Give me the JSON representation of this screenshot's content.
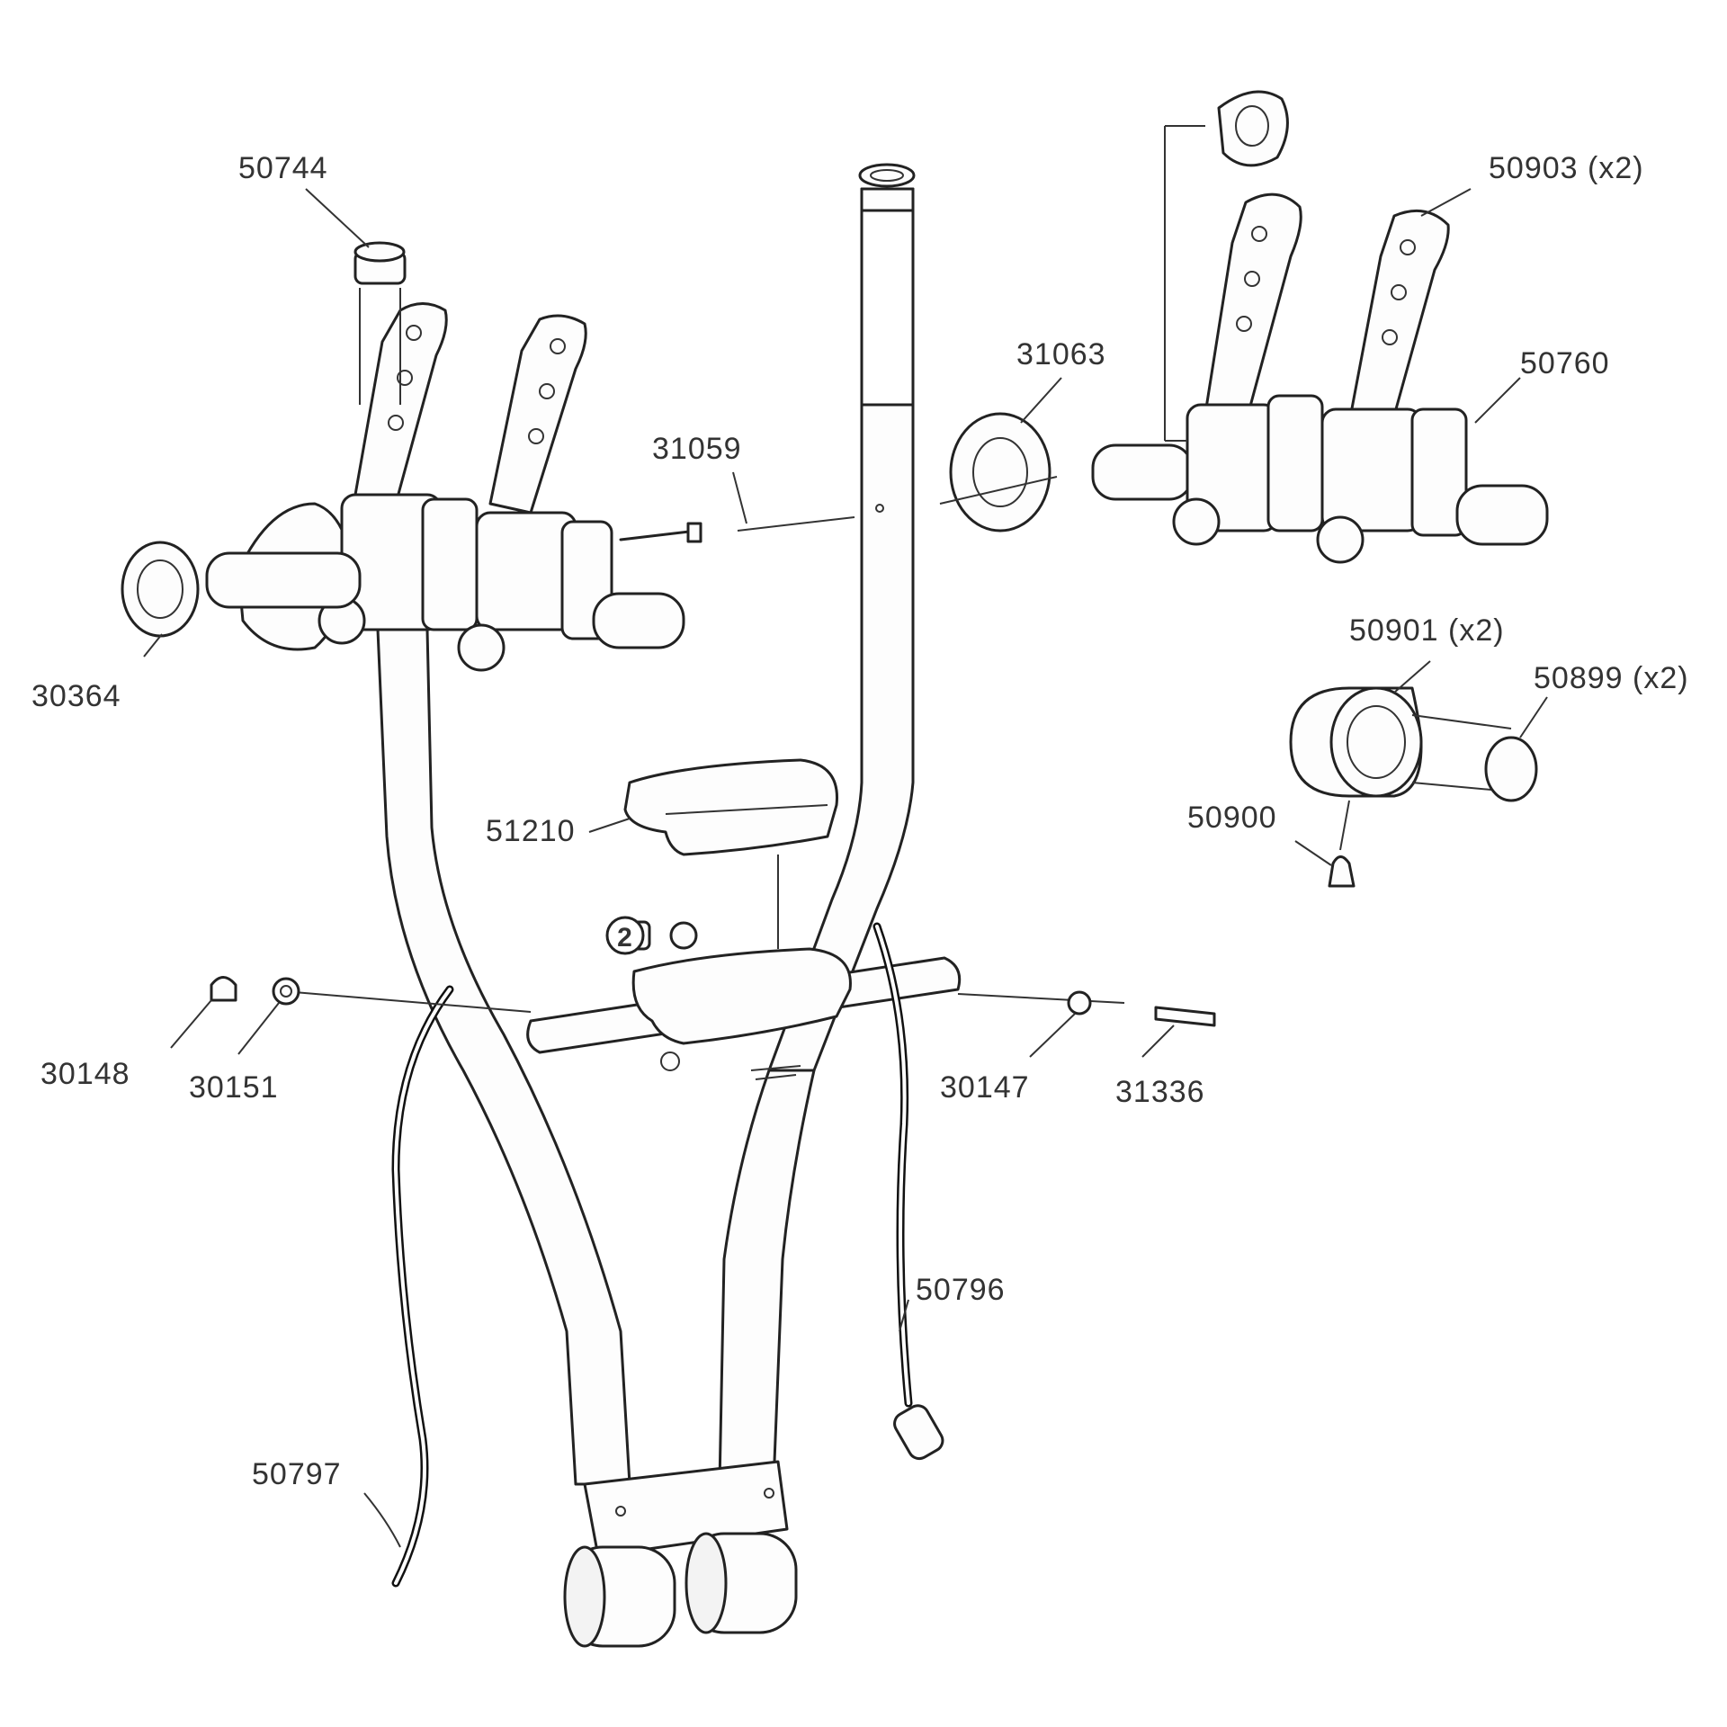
{
  "diagram": {
    "part_labels": [
      "50744",
      "50903 (x2)",
      "31063",
      "50760",
      "31059",
      "30364",
      "50901 (x2)",
      "50899 (x2)",
      "51210",
      "50900",
      "30148",
      "30151",
      "30147",
      "31336",
      "50796",
      "50797"
    ],
    "circled_marker": "2"
  }
}
